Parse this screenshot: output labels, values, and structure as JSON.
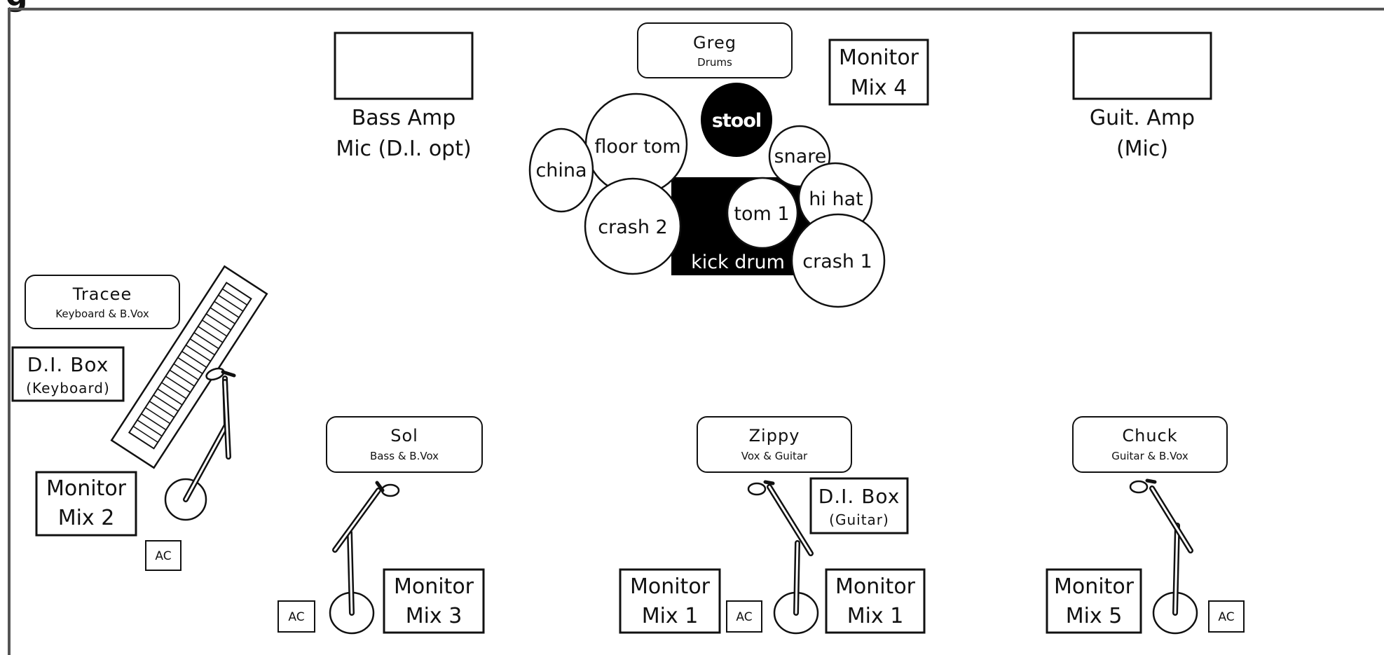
{
  "stage": {
    "title_partial": "g"
  },
  "amps": {
    "bass": {
      "line1": "Bass Amp",
      "line2": "Mic (D.I. opt)"
    },
    "guitar": {
      "line1": "Guit. Amp",
      "line2": "(Mic)"
    }
  },
  "drums": {
    "drummer_name": "Greg",
    "drummer_role": "Drums",
    "stool": "stool",
    "floor_tom": "floor tom",
    "china": "china",
    "snare": "snare",
    "hi_hat": "hi hat",
    "tom_1": "tom 1",
    "crash_2": "crash 2",
    "crash_1": "crash 1",
    "kick_drum": "kick drum"
  },
  "monitors": {
    "mix4": {
      "line1": "Monitor",
      "line2": "Mix 4"
    },
    "mix2": {
      "line1": "Monitor",
      "line2": "Mix 2"
    },
    "mix3": {
      "line1": "Monitor",
      "line2": "Mix 3"
    },
    "mix1_left": {
      "line1": "Monitor",
      "line2": "Mix 1"
    },
    "mix1_right": {
      "line1": "Monitor",
      "line2": "Mix 1"
    },
    "mix5": {
      "line1": "Monitor",
      "line2": "Mix 5"
    }
  },
  "musicians": {
    "tracee": {
      "name": "Tracee",
      "role": "Keyboard & B.Vox"
    },
    "sol": {
      "name": "Sol",
      "role": "Bass & B.Vox"
    },
    "zippy": {
      "name": "Zippy",
      "role": "Vox & Guitar"
    },
    "chuck": {
      "name": "Chuck",
      "role": "Guitar & B.Vox"
    }
  },
  "di_boxes": {
    "keyboard": {
      "line1": "D.I. Box",
      "line2": "(Keyboard)"
    },
    "guitar": {
      "line1": "D.I. Box",
      "line2": "(Guitar)"
    }
  },
  "ac": {
    "tracee": "AC",
    "sol": "AC",
    "zippy": "AC",
    "chuck": "AC"
  }
}
